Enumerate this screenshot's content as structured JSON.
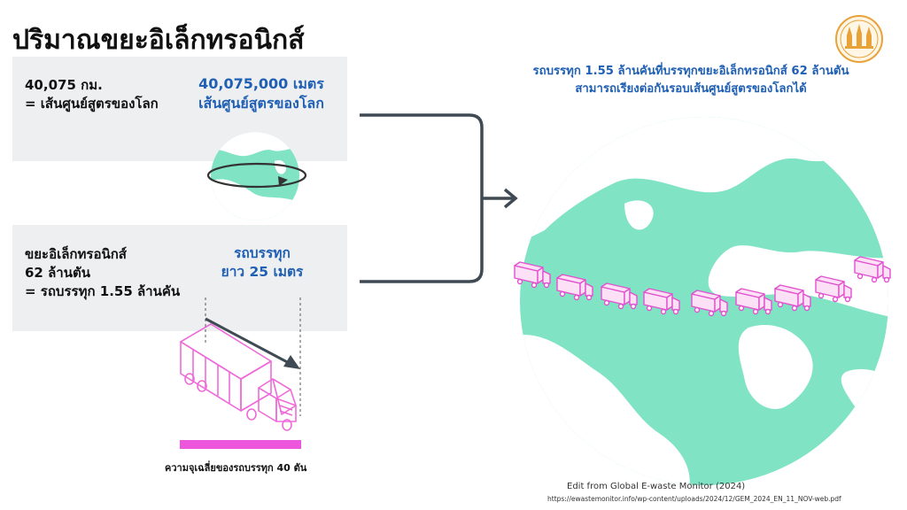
{
  "title": "ปริมาณขยะอิเล็กทรอนิกส์",
  "block1": {
    "left_line1": "40,075 กม.",
    "left_line2": "= เส้นศูนย์สูตรของโลก",
    "right_line1": "40,075,000 เมตร",
    "right_line2": "เส้นศูนย์สูตรของโลก"
  },
  "block2": {
    "left_line1": "ขยะอิเล็กทรอนิกส์",
    "left_line2": "62 ล้านตัน",
    "left_line3": "= รถบรรทุก 1.55 ล้านคัน",
    "right_line1": "รถบรรทุก",
    "right_line2": "ยาว 25 เมตร"
  },
  "truck_caption": "ความจุเฉลี่ยของรถบรรทุก 40 ตัน",
  "headline": {
    "line1": "รถบรรทุก 1.55 ล้านคันที่บรรทุกขยะอิเล็กทรอนิกส์ 62 ล้านตัน",
    "line2": "สามารถเรียงต่อกันรอบเส้นศูนย์สูตรของโลกได้"
  },
  "source": {
    "line1": "Edit from  Global E-waste Monitor (2024)",
    "line2": "https://ewastemonitor.info/wp-content/uploads/2024/12/GEM_2024_EN_11_NOV-web.pdf"
  },
  "colors": {
    "accent_blue": "#1f5fb4",
    "globe_green": "#7fe3c4",
    "truck_pink": "#ee6bd9",
    "panel_gray": "#eeeff1"
  },
  "icons": [
    "logo-emblem-icon",
    "small-globe-icon",
    "truck-illustration-icon",
    "bracket-arrow-icon",
    "large-globe-icon",
    "truck-icon"
  ]
}
